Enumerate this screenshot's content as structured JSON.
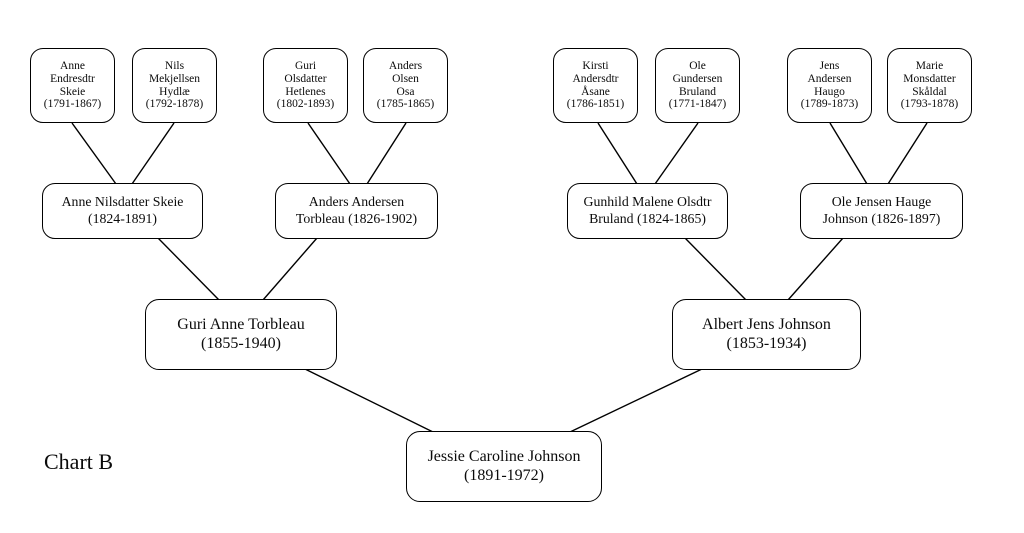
{
  "chart_label": "Chart B",
  "diagram_type": "family-tree",
  "colors": {
    "background": "#ffffff",
    "box_fill": "#ffffff",
    "box_border": "#000000",
    "connector_line": "#000000",
    "text": "#0b0b0b"
  },
  "generations": {
    "great_grandparents": [
      {
        "lines": [
          "Anne",
          "Endresdtr",
          "Skeie",
          "(1791-1867)"
        ]
      },
      {
        "lines": [
          "Nils",
          "Mekjellsen",
          "Hydlæ",
          "(1792-1878)"
        ]
      },
      {
        "lines": [
          "Guri",
          "Olsdatter",
          "Hetlenes",
          "(1802-1893)"
        ]
      },
      {
        "lines": [
          "Anders",
          "Olsen",
          "Osa",
          "(1785-1865)"
        ]
      },
      {
        "lines": [
          "Kirsti",
          "Andersdtr",
          "Åsane",
          "(1786-1851)"
        ]
      },
      {
        "lines": [
          "Ole",
          "Gundersen",
          "Bruland",
          "(1771-1847)"
        ]
      },
      {
        "lines": [
          "Jens",
          "Andersen",
          "Haugo",
          "(1789-1873)"
        ]
      },
      {
        "lines": [
          "Marie",
          "Monsdatter",
          "Skåldal",
          "(1793-1878)"
        ]
      }
    ],
    "grandparents": [
      {
        "lines": [
          "Anne Nilsdatter Skeie",
          "(1824-1891)"
        ]
      },
      {
        "lines": [
          "Anders Andersen",
          "Torbleau (1826-1902)"
        ]
      },
      {
        "lines": [
          "Gunhild Malene Olsdtr",
          "Bruland (1824-1865)"
        ]
      },
      {
        "lines": [
          "Ole Jensen Hauge",
          "Johnson (1826-1897)"
        ]
      }
    ],
    "parents": [
      {
        "lines": [
          "Guri Anne Torbleau",
          "(1855-1940)"
        ]
      },
      {
        "lines": [
          "Albert Jens Johnson",
          "(1853-1934)"
        ]
      }
    ],
    "subject": [
      {
        "lines": [
          "Jessie Caroline Johnson",
          "(1891-1972)"
        ]
      }
    ]
  }
}
